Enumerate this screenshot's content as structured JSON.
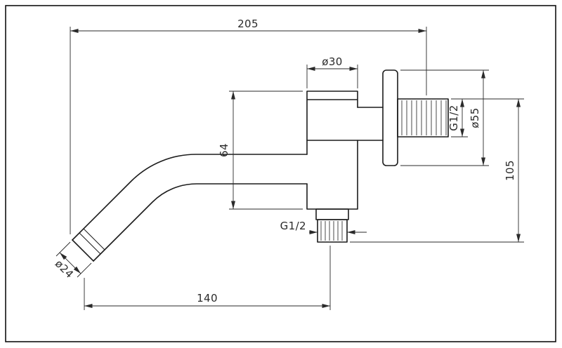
{
  "drawing": {
    "background": "#ffffff",
    "line_color": "#1c1c1c",
    "dimension_color": "#2a2a2a",
    "labels": {
      "overall_length": "205",
      "body_diameter": "ø30",
      "body_height": "64",
      "wall_thread": "G1/2",
      "flange_diameter": "ø55",
      "wall_height": "105",
      "inlet_thread": "G1/2",
      "outlet_diameter": "ø24",
      "spout_reach": "140"
    }
  }
}
